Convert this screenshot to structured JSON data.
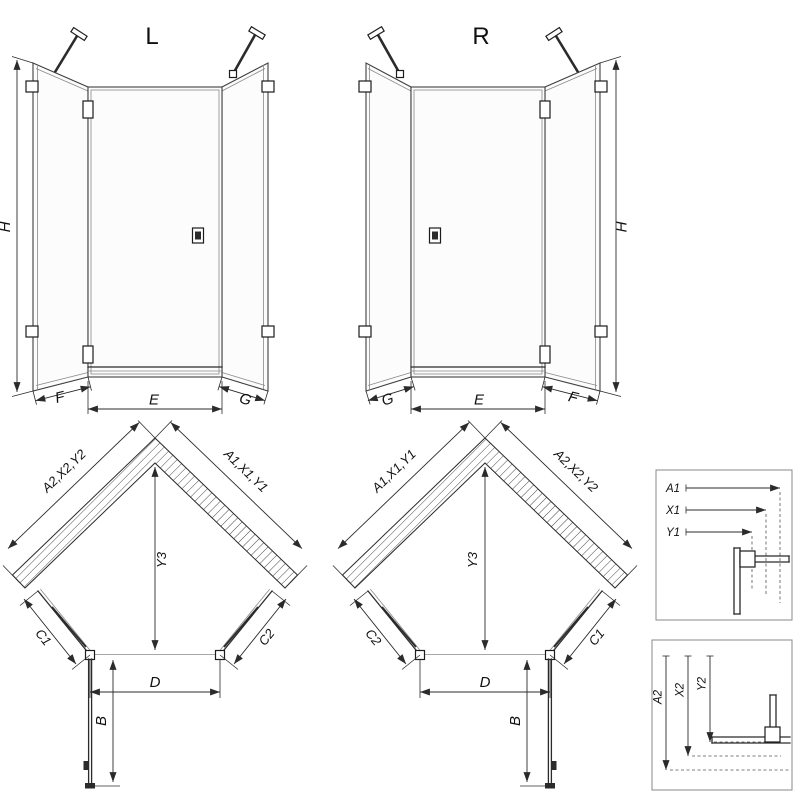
{
  "figure": {
    "background": "#ffffff",
    "line_color": "#2b2b2b"
  },
  "front_views": {
    "left": {
      "title": "L",
      "dim_height": "H",
      "dim_bottom_left": "F",
      "dim_bottom_center": "E",
      "dim_bottom_right": "G"
    },
    "right": {
      "title": "R",
      "dim_height": "H",
      "dim_bottom_left": "G",
      "dim_bottom_center": "E",
      "dim_bottom_right": "F"
    }
  },
  "plan_views": {
    "left": {
      "dim_wall_left": "A2,X2,Y2",
      "dim_wall_right": "A1,X1,Y1",
      "dim_depth": "Y3",
      "dim_side_left": "C1",
      "dim_side_right": "C2",
      "dim_door_width": "D",
      "dim_door_extension": "B"
    },
    "right": {
      "dim_wall_left": "A1,X1,Y1",
      "dim_wall_right": "A2,X2,Y2",
      "dim_depth": "Y3",
      "dim_side_left": "C2",
      "dim_side_right": "C1",
      "dim_door_width": "D",
      "dim_door_extension": "B"
    }
  },
  "detail_boxes": {
    "top": {
      "dims": [
        "A1",
        "X1",
        "Y1"
      ]
    },
    "bottom": {
      "dims": [
        "A2",
        "X2",
        "Y2"
      ]
    }
  }
}
